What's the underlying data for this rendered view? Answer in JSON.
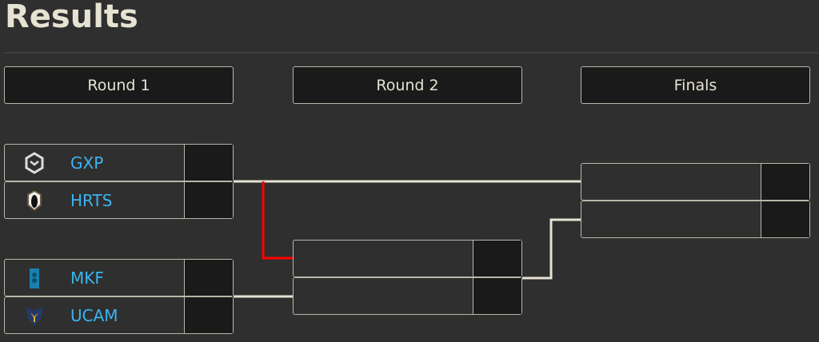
{
  "page": {
    "title": "Results"
  },
  "rounds": [
    {
      "label": "Round 1"
    },
    {
      "label": "Round 2"
    },
    {
      "label": "Finals"
    }
  ],
  "round1": {
    "matches": [
      {
        "teams": [
          {
            "name": "GXP",
            "icon": "gxp-logo-icon",
            "score": ""
          },
          {
            "name": "HRTS",
            "icon": "hrts-logo-icon",
            "score": ""
          }
        ]
      },
      {
        "teams": [
          {
            "name": "MKF",
            "icon": "mkf-logo-icon",
            "score": ""
          },
          {
            "name": "UCAM",
            "icon": "ucam-logo-icon",
            "score": ""
          }
        ]
      }
    ]
  },
  "round2": {
    "matches": [
      {
        "teams": [
          {
            "name": "",
            "score": ""
          },
          {
            "name": "",
            "score": ""
          }
        ]
      }
    ]
  },
  "finals": {
    "matches": [
      {
        "teams": [
          {
            "name": "",
            "score": ""
          },
          {
            "name": "",
            "score": ""
          }
        ]
      }
    ]
  },
  "colors": {
    "team_name": "#3cb4f0",
    "connector": "#e6e3d3",
    "highlight_connector": "#ff0000",
    "background": "#2f2f2f"
  }
}
